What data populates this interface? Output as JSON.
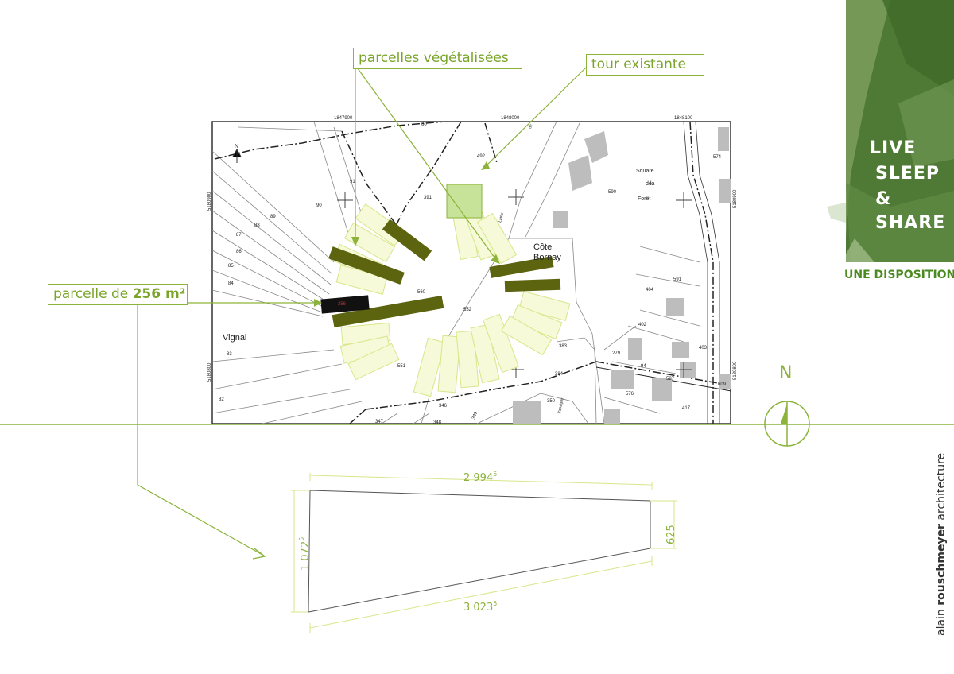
{
  "callouts": {
    "vegetated_parcels": "parcelles végétalisées",
    "existing_tower": "tour existante",
    "parcel_area_prefix": "parcelle de ",
    "parcel_area_value": "256 m²"
  },
  "branding": {
    "tagline_1": "LIVE",
    "tagline_2": "SLEEP",
    "tagline_3": "&",
    "tagline_4": "SHARE",
    "subtitle": "UNE DISPOSITION",
    "credit_light": "alain ",
    "credit_bold": "rouschmeyer",
    "credit_rest": " architecture"
  },
  "north_label": "N",
  "map": {
    "place_names": {
      "cote_bornay_1": "Côte",
      "cote_bornay_2": "Bornay",
      "vignal": "Vignal",
      "square_1": "Square",
      "square_2": "de",
      "square_3": "la",
      "square_4": "Forêt"
    },
    "grid_labels": {
      "top_1": "1847900",
      "top_2": "1848000",
      "top_3": "1848100",
      "left_1": "5180900",
      "left_2": "5180800",
      "right_1": "5180900",
      "right_2": "5180800"
    },
    "parcel_numbers": {
      "p90": "90",
      "p91": "91",
      "p89": "89",
      "p88": "88",
      "p87": "87",
      "p86": "86",
      "p85": "85",
      "p84": "84",
      "p83": "83",
      "p82": "82",
      "p391": "391",
      "p492": "492",
      "p590": "590",
      "p574": "574",
      "p560": "560",
      "p552": "552",
      "p551": "551",
      "p346": "346",
      "p347": "347",
      "p348": "348",
      "p349": "349",
      "p350": "350",
      "p383": "383",
      "p384": "384",
      "p279": "279",
      "p94": "94",
      "p576": "576",
      "p404": "404",
      "p591": "591",
      "p402": "402",
      "p403": "403",
      "p417": "417",
      "p527": "527",
      "p609": "609",
      "p60": "60"
    },
    "street_names": {
      "lattre": "Lattre",
      "de": "de",
      "tassigny": "Tassigny"
    }
  },
  "dimensions": {
    "top": "2 994",
    "top_sup": "5",
    "bottom": "3 023",
    "bottom_sup": "5",
    "left": "1 072",
    "left_sup": "5",
    "right": "625"
  },
  "colors": {
    "accent_green": "#8cb33a",
    "dark_olive": "#5c6410",
    "light_green_fill": "#c7e39a",
    "pale_yellow": "#e6f0a8",
    "brand_green": "#4a8a1e"
  }
}
